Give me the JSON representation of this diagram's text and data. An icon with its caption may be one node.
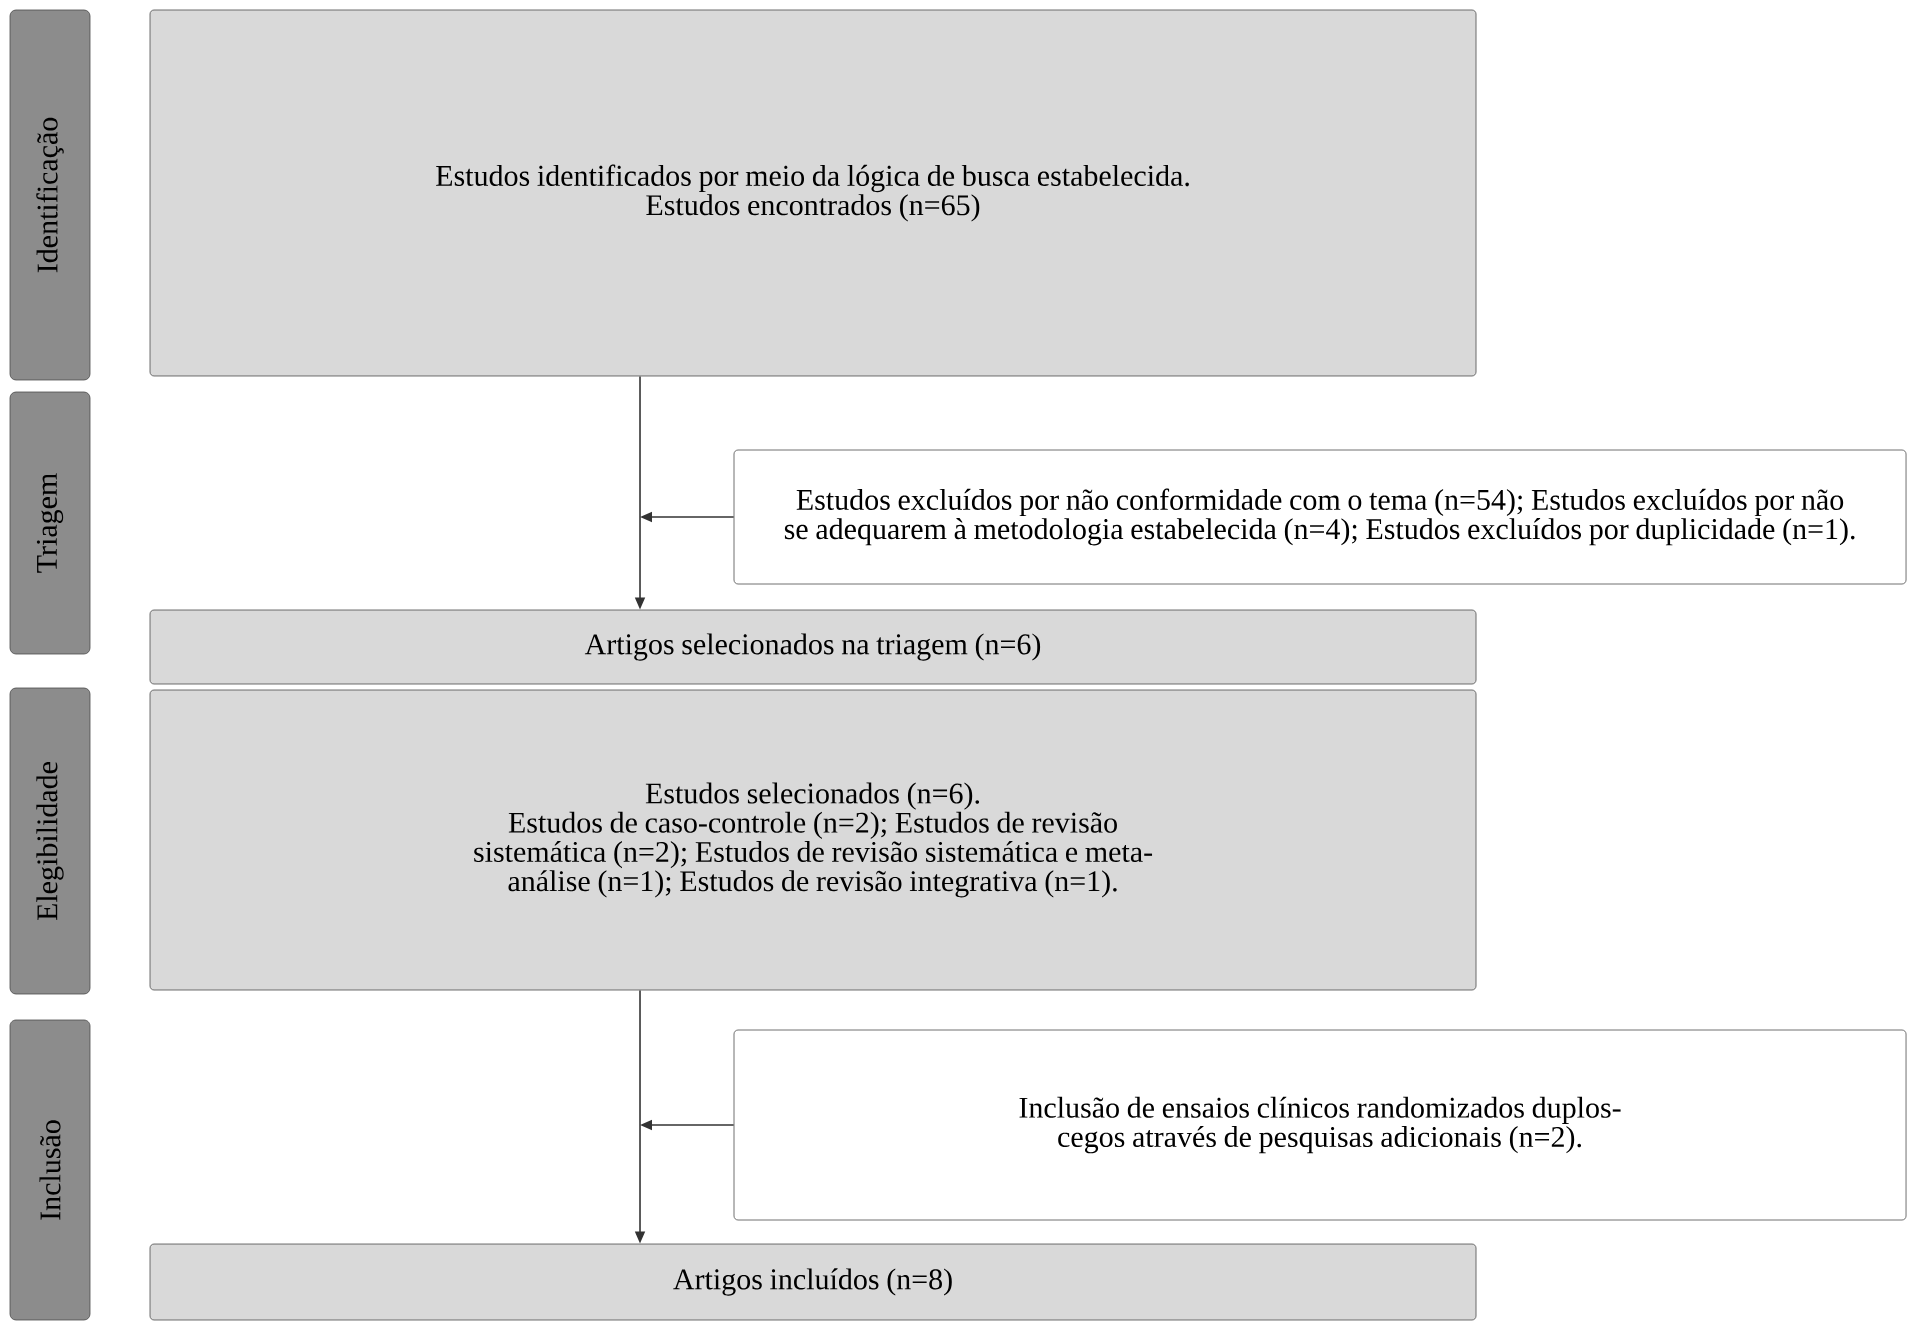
{
  "diagram": {
    "nodes": [
      {
        "text": [
          "Identificação"
        ]
      },
      {
        "text": [
          "Estudos identificados por meio da lógica de busca estabelecida.",
          "Estudos encontrados (n=65)"
        ]
      },
      {
        "text": [
          "Triagem"
        ]
      },
      {
        "text": [
          "Estudos excluídos por não conformidade com o tema (n=54); Estudos excluídos por não se adequarem à metodologia estabelecida (n=4); Estudos excluídos por duplicidade (n=1)."
        ]
      },
      {
        "text": [
          "Artigos selecionados na triagem (n=6)"
        ]
      },
      {
        "text": [
          "Elegibilidade"
        ]
      },
      {
        "text": [
          "Estudos selecionados (n=6).",
          "Estudos de caso-controle (n=2); Estudos de revisão sistemática (n=2); Estudos de revisão sistemática e meta-análise (n=1); Estudos de revisão integrativa (n=1)."
        ]
      },
      {
        "text": [
          "Inclusão"
        ]
      },
      {
        "text": [
          "Inclusão de ensaios clínicos randomizados duplos-cegos através de pesquisas adicionais (n=2)."
        ]
      },
      {
        "text": [
          "Artigos incluídos (n=8)"
        ]
      }
    ],
    "edges": [
      {
        "from": 1,
        "to": 4,
        "arrow": "to"
      },
      {
        "from": 3,
        "to": null,
        "arrow": "to"
      },
      {
        "from": 6,
        "to": 9,
        "arrow": "to"
      },
      {
        "from": 8,
        "to": null,
        "arrow": "to"
      }
    ]
  }
}
